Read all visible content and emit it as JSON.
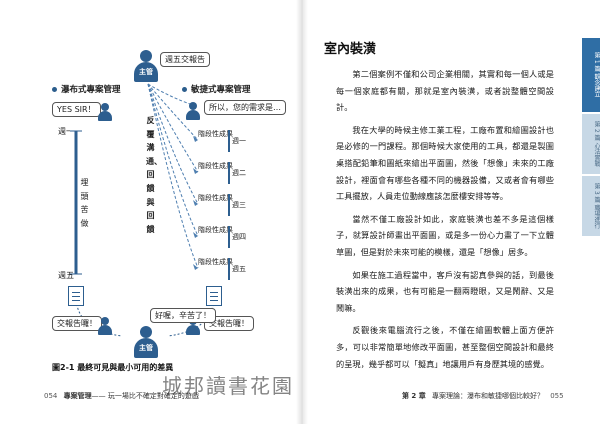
{
  "left_page": {
    "diagram": {
      "waterfall_title": "瀑布式專案管理",
      "agile_title": "敏捷式專案管理",
      "boss_label": "主管",
      "boss_speech_top": "週五交報告",
      "team_speech_yes": "YES SIR！",
      "agile_question": "所以，您的需求是…",
      "waterfall_week_start": "週一",
      "waterfall_week_end": "週五",
      "waterfall_vertical": "埋頭苦做",
      "agile_vertical": "反覆溝通、回饋與回饋",
      "stage_label": "階段性成果",
      "agile_weeks": [
        "週一",
        "週二",
        "週三",
        "週四",
        "週五"
      ],
      "waterfall_deliver": "交報告囉！",
      "agile_deliver": "交報告囉！",
      "boss_speech_bottom": "好喔，辛苦了！"
    },
    "caption": "圖2-1 最終可見與最小可用的差異",
    "watermark": "城邦讀書花園",
    "footer_page": "054",
    "footer_title": "專案管理",
    "footer_subtitle": "—— 玩一場比不確定對確定的遊戲"
  },
  "right_page": {
    "heading": "室內裝潢",
    "paragraphs": [
      "第二個案例不僅和公司企業相關，其實和每一個人或是每一個家庭都有關，那就是室內裝潢，或者說整體空間設計。",
      "我在大學的時候主修工業工程，工廠布置和繪圖設計也是必修的一門課程。那個時候大家使用的工具，都還是製圖桌搭配鉛筆和圖紙來繪出平面圖，然後「想像」未來的工廠設計，裡面會有哪些各種不同的機器設備，又或者會有哪些工具擺放，人員走位動線應該怎麼樓安排等等。",
      "當然不僅工廠設計如此，家庭裝潢也差不多是這個樣子，就算設計師畫出平面圖，或是多一份心力畫了一下立體草圖，但是對於未來可能的模樣，還是「想像」居多。",
      "如果在施工過程當中，客戶沒有認真參與的話，到最後裝潢出來的成果，也有可能是一翻兩瞪眼，又是鬧辭、又是鬧嘛。",
      "反觀後來電腦流行之後，不僅在繪圖軟體上面方便許多，可以非常簡單地修改平面圖，甚至整個空間設計和最終的呈現，幾乎都可以「擬真」地讓用戶有身歷其境的感覺。"
    ],
    "footer_chapter": "第 2 章",
    "footer_title": "專案理論：瀑布和敏捷哪個比較好？",
    "footer_page": "055",
    "tabs": [
      {
        "label": "第 1 篇 觀念建立",
        "active": true
      },
      {
        "label": "第 2 篇 心法實戰",
        "active": false
      },
      {
        "label": "第 3 篇 職場進行",
        "active": false
      }
    ]
  },
  "colors": {
    "accent": "#2d5e8f",
    "tab_active": "#2f6ea5",
    "tab_inactive": "#c7d8e6"
  }
}
